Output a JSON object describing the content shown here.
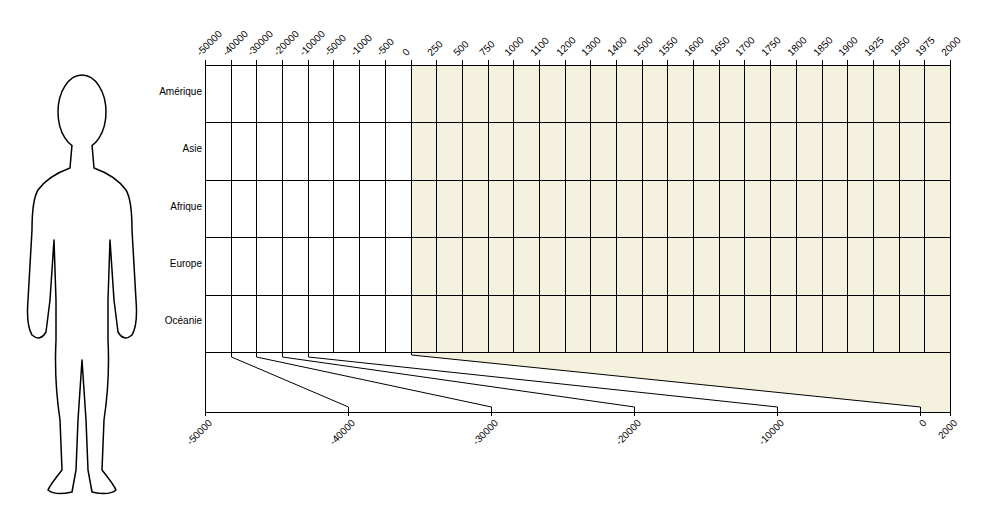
{
  "diagram": {
    "labels": [
      "-50000",
      "-40000",
      "-30000",
      "-20000",
      "-10000",
      "-5000",
      "-1000",
      "-500",
      "0",
      "250",
      "500",
      "750",
      "1000",
      "1100",
      "1200",
      "1300",
      "1400",
      "1500",
      "1550",
      "1600",
      "1650",
      "1700",
      "1750",
      "1800",
      "1850",
      "1900",
      "1925",
      "1950",
      "1975",
      "2000",
      "Amérique",
      "Asie",
      "Afrique",
      "Europe",
      "Océanie",
      "-50000",
      "-40000",
      "-30000",
      "-20000",
      "-10000",
      "0",
      "2000"
    ]
  }
}
